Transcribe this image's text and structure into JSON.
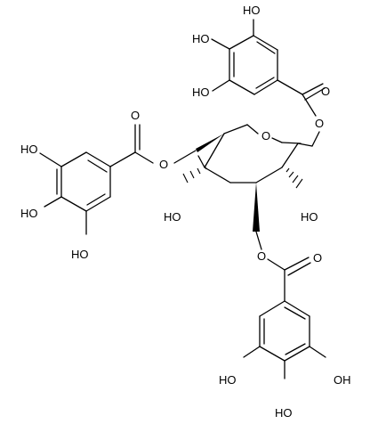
{
  "molecule": {
    "labels": {
      "oh_top_upper": "HO",
      "oh_top_mid": "HO",
      "oh_top_lower": "HO",
      "ester_o_top": "O",
      "glycosidic_o": "O",
      "ester_o_left": "O",
      "ring_o": "O",
      "carbonyl_o_left": "O",
      "oh_left_upper": "HO",
      "oh_left_mid": "HO",
      "oh_left_lower": "HO",
      "oh_c4": "HO",
      "oh_c2": "HO",
      "ester_o_c3": "O",
      "carbonyl_o_bottom": "O",
      "oh_bottom_left": "HO",
      "oh_bottom_right": "OH",
      "oh_bottom_mid": "HO"
    }
  }
}
